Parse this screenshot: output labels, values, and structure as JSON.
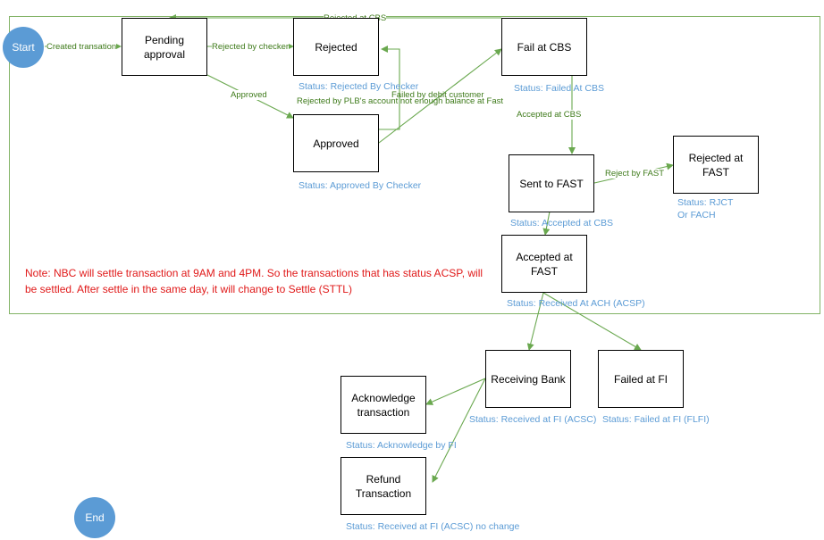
{
  "nodes": {
    "start": "Start",
    "end": "End",
    "pending_approval": "Pending\napproval",
    "rejected": "Rejected",
    "fail_at_cbs": "Fail at CBS",
    "approved": "Approved",
    "sent_to_fast": "Sent to FAST",
    "rejected_at_fast": "Rejected at\nFAST",
    "accepted_at_fast": "Accepted at\nFAST",
    "receiving_bank": "Receiving Bank",
    "failed_at_fi": "Failed at FI",
    "acknowledge_transaction": "Acknowledge\ntransaction",
    "refund_transaction": "Refund\nTransaction"
  },
  "statuses": {
    "rejected": "Status: Rejected By Checker",
    "fail_at_cbs": "Status: Failed At CBS",
    "approved": "Status: Approved By Checker",
    "sent_to_fast": "Status: Accepted at CBS",
    "rejected_at_fast": "Status: RJCT\nOr FACH",
    "accepted_at_fast": "Status: Received At ACH (ACSP)",
    "receiving_bank": "Status: Received at FI (ACSC)",
    "failed_at_fi": "Status: Failed at FI (FLFI)",
    "acknowledge_transaction": "Status: Acknowledge by FI",
    "refund_transaction": "Status: Received at FI (ACSC) no change"
  },
  "edges": {
    "created_transaction": "Created transation",
    "rejected_by_checker": "Rejected by checker",
    "rejected_at_cbs": "Rejected at CBS",
    "approved": "Approved",
    "rejected_by_plb": "Rejected by PLB's account not enough balance at Fast",
    "failed_by_debit_customer": "Failed by debit customer",
    "accepted_at_cbs": "Accepted at CBS",
    "reject_by_fast": "Reject by FAST"
  },
  "note": "Note: NBC will settle transaction at 9AM and 4PM. So the transactions that has status ACSP, will be settled. After settle in the same day, it will change to Settle (STTL)",
  "colors": {
    "arrow": "#6aa84f",
    "frame": "#82b366",
    "circle": "#5b9bd5",
    "status_text": "#5b9bd5",
    "note_text": "#e01919"
  }
}
